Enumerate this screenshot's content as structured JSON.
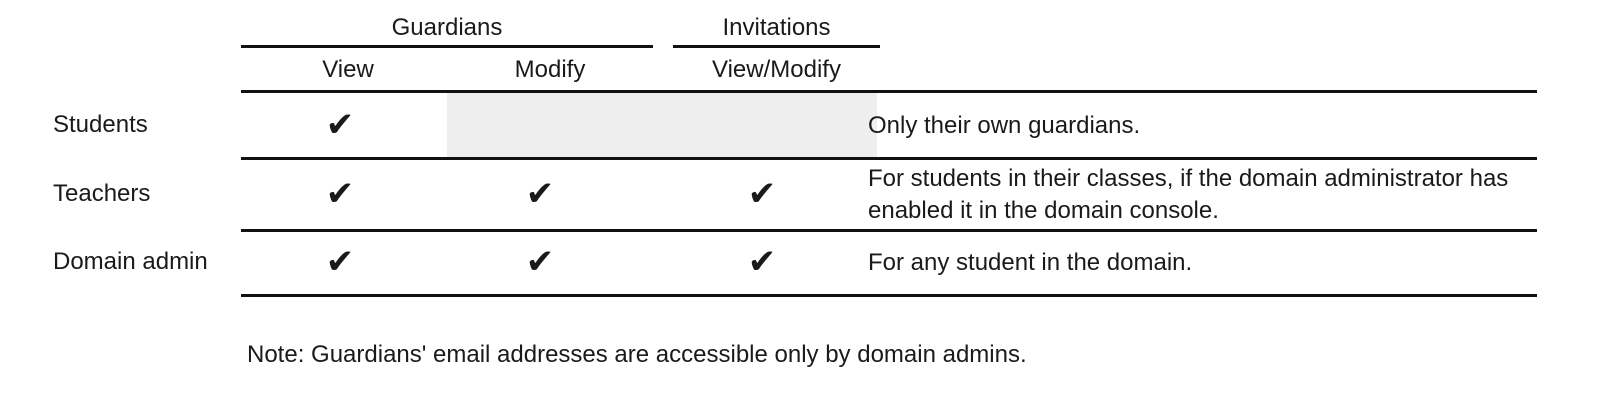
{
  "table": {
    "column_groups": [
      {
        "id": "guardians",
        "label": "Guardians",
        "spans": [
          "View",
          "Modify"
        ]
      },
      {
        "id": "invitations",
        "label": "Invitations",
        "spans": [
          "View/Modify"
        ]
      }
    ],
    "columns": [
      {
        "id": "view",
        "label": "View"
      },
      {
        "id": "modify",
        "label": "Modify"
      },
      {
        "id": "viewmodify",
        "label": "View/Modify"
      }
    ],
    "check_glyph": "✔",
    "rows": [
      {
        "id": "students",
        "label": "Students",
        "view": true,
        "modify": false,
        "modify_state": "not-applicable",
        "viewmodify": false,
        "description": "Only their own guardians."
      },
      {
        "id": "teachers",
        "label": "Teachers",
        "view": true,
        "modify": true,
        "modify_state": "allowed",
        "viewmodify": true,
        "description": "For students in their classes, if the domain administrator has enabled it in the domain console."
      },
      {
        "id": "domain-admin",
        "label": "Domain admin",
        "view": true,
        "modify": true,
        "modify_state": "allowed",
        "viewmodify": true,
        "description": "For any student in the domain."
      }
    ]
  },
  "note": "Note: Guardians' email addresses are accessible only by domain admins.",
  "colors": {
    "text": "#1a1a1a",
    "rule": "#111111",
    "shaded_cell": "#eeeeee",
    "background": "#ffffff"
  }
}
